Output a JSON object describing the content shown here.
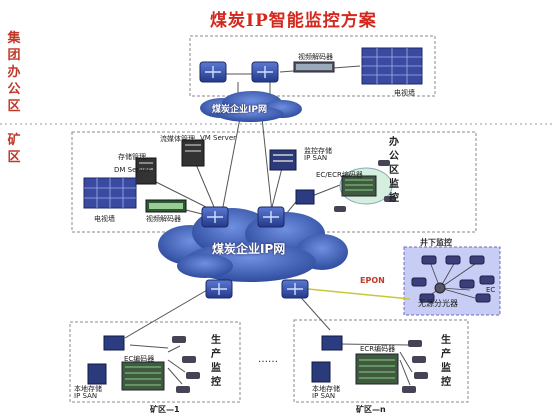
{
  "title": "煤炭IP智能监控方案",
  "left_labels": {
    "group_office": "集团办公区",
    "mine_area": "矿区"
  },
  "hq": {
    "decoder": "视频解码器",
    "tv_wall": "电视墙",
    "cloud": "煤炭企业IP网"
  },
  "mine": {
    "storage_mgmt": "存储管理",
    "dm_server": "DM Server",
    "stream_media": "流媒体管理",
    "vm_server": "VM Server",
    "monitor_storage": "监控存储",
    "ip_san": "IP SAN",
    "ec_encoder": "EC/ECR编码器",
    "office_monitor": "办公区监控",
    "tv_wall": "电视墙",
    "decoder": "视频解码器",
    "cloud": "煤炭企业IP网",
    "epon": "EPON",
    "underground": "井下监控",
    "splitter": "无源分光器",
    "ec": "EC"
  },
  "zone1": {
    "encoder": "EC编码器",
    "production_monitor": "生产监控",
    "storage": "本地存储",
    "ip_san": "IP SAN",
    "caption": "矿区—1"
  },
  "zone_n": {
    "encoder": "ECR编码器",
    "production_monitor": "生产监控",
    "storage": "本地存储",
    "ip_san": "IP SAN",
    "caption": "矿区—n"
  },
  "ellipsis": "……",
  "colors": {
    "title": "#d4281e",
    "cloud": "#3d5db8",
    "router": "#3350a8",
    "epon_line": "#c8c832",
    "dashed_border": "#888888"
  }
}
